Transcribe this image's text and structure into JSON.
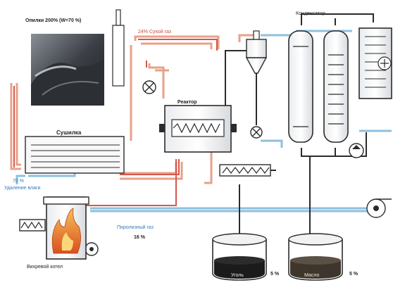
{
  "labels": {
    "feed": "Опилки 200% (W=70 %)",
    "recycle": "24% Сухой газ",
    "dryer": "Сушилка",
    "reactor": "Реактор",
    "condenser": "Конденсатор",
    "moisture_pct": "70 %",
    "moisture_label": "Удаление влаги",
    "pyro_gas": "Пиролизный газ",
    "pyro_gas_pct": "16 %",
    "boiler": "Вихревой котел",
    "coal": "Уголь",
    "coal_pct": "5 %",
    "oil": "Масло",
    "oil_pct": "5 %"
  },
  "colors": {
    "hot_line": "#e8a08a",
    "hot_line_dark": "#d4584a",
    "cold_line": "#8fc0de",
    "equipment": "#2b2b2b",
    "fire": "#e8782a"
  },
  "icons": {
    "valve": "valve-icon",
    "fan": "fan-icon",
    "pump": "pump-icon",
    "flame": "flame-icon"
  }
}
